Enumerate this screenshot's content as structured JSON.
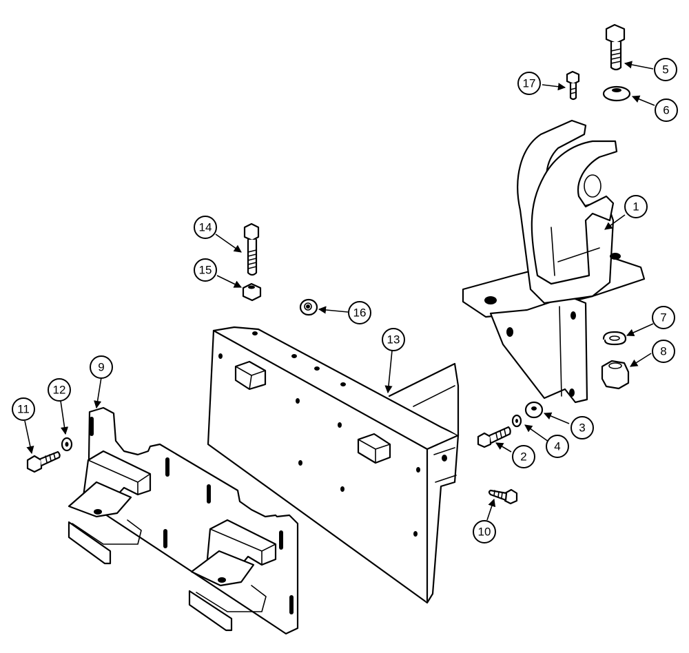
{
  "callouts": [
    {
      "label": "1"
    },
    {
      "label": "2"
    },
    {
      "label": "3"
    },
    {
      "label": "4"
    },
    {
      "label": "5"
    },
    {
      "label": "6"
    },
    {
      "label": "7"
    },
    {
      "label": "8"
    },
    {
      "label": "9"
    },
    {
      "label": "10"
    },
    {
      "label": "11"
    },
    {
      "label": "12"
    },
    {
      "label": "13"
    },
    {
      "label": "14"
    },
    {
      "label": "15"
    },
    {
      "label": "16"
    },
    {
      "label": "17"
    }
  ],
  "colors": {
    "line": "#000000",
    "background": "#ffffff"
  }
}
